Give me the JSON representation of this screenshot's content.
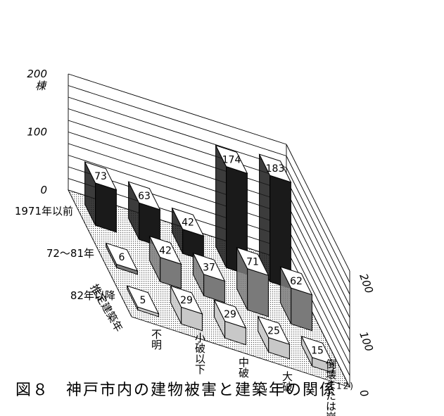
{
  "caption": {
    "text": "図８　神戸市内の建物被害と建築年の関係",
    "ref": "12)"
  },
  "chart_data": {
    "type": "bar",
    "projection": "3d",
    "zlabel": "棟",
    "zlim": [
      0,
      200
    ],
    "z_ticks": [
      "0",
      "100",
      "200"
    ],
    "right_wall_ticks": [
      "0",
      "100",
      "200"
    ],
    "ylabel": "推定建築年",
    "rows": [
      "1971年以前",
      "72～81年",
      "82年以降"
    ],
    "categories": [
      "不明",
      "小破以下",
      "中破",
      "大破",
      "倒壊または崩壊"
    ],
    "series": [
      {
        "name": "1971年以前",
        "values": [
          73,
          63,
          42,
          174,
          183
        ],
        "color": "#1a1a1a"
      },
      {
        "name": "72～81年",
        "values": [
          6,
          42,
          37,
          71,
          62
        ],
        "color": "#7a7a7a"
      },
      {
        "name": "82年以降",
        "values": [
          5,
          29,
          29,
          25,
          15
        ],
        "color": "#c8c8c8"
      }
    ]
  }
}
